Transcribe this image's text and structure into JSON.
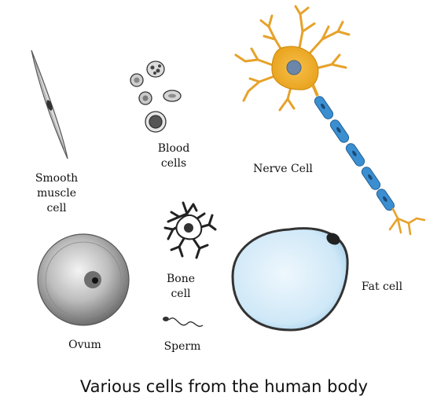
{
  "labels": {
    "smooth_muscle": [
      "Smooth",
      "muscle",
      "cell"
    ],
    "blood": [
      "Blood",
      "cells"
    ],
    "nerve": "Nerve Cell",
    "bone": [
      "Bone",
      "cell"
    ],
    "fat": "Fat cell",
    "ovum": "Ovum",
    "sperm": "Sperm"
  },
  "caption": "Various cells from the human body",
  "colors": {
    "neuron_body": "#f2b233",
    "axon_sheath": "#3b8fd1",
    "fat_cell": "#cfe8f7",
    "ovum": "#9a9a9a",
    "ink": "#222222"
  }
}
